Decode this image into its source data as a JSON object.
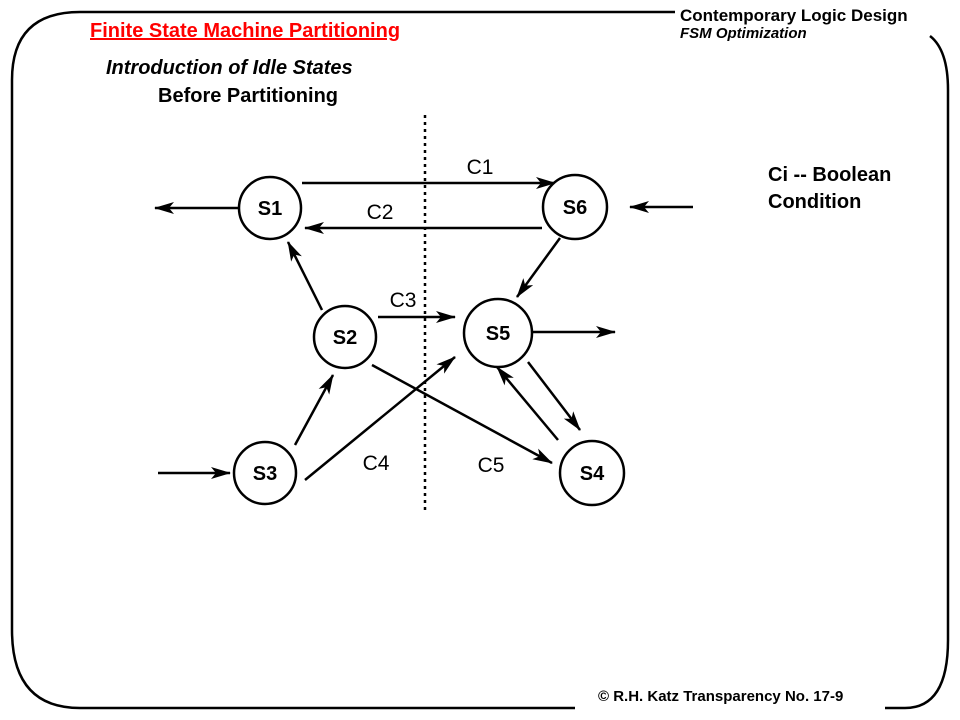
{
  "header": {
    "slide_title": "Finite State Machine Partitioning",
    "course_title": "Contemporary Logic Design",
    "course_subtitle": "FSM Optimization"
  },
  "content": {
    "section_title": "Introduction of Idle States",
    "diagram_caption": "Before Partitioning",
    "legend_line1": "Ci -- Boolean",
    "legend_line2": "Condition"
  },
  "footer": {
    "text": "© R.H. Katz   Transparency No. 17-9"
  },
  "diagram": {
    "states": [
      {
        "id": "s1",
        "label": "S1"
      },
      {
        "id": "s2",
        "label": "S2"
      },
      {
        "id": "s3",
        "label": "S3"
      },
      {
        "id": "s4",
        "label": "S4"
      },
      {
        "id": "s5",
        "label": "S5"
      },
      {
        "id": "s6",
        "label": "S6"
      }
    ],
    "transitions": [
      {
        "from": "S1",
        "to": "S6",
        "label": "C1"
      },
      {
        "from": "S6",
        "to": "S1",
        "label": "C2"
      },
      {
        "from": "S2",
        "to": "S5",
        "label": "C3"
      },
      {
        "from": "S3",
        "to": "S5",
        "label": "C4"
      },
      {
        "from": "S2",
        "to": "S4",
        "label": "C5"
      },
      {
        "from": "S2",
        "to": "S1",
        "label": ""
      },
      {
        "from": "S3",
        "to": "S2",
        "label": ""
      },
      {
        "from": "S6",
        "to": "S5",
        "label": ""
      },
      {
        "from": "S5",
        "to": "S4",
        "label": ""
      },
      {
        "from": "S4",
        "to": "S5",
        "label": ""
      }
    ]
  }
}
